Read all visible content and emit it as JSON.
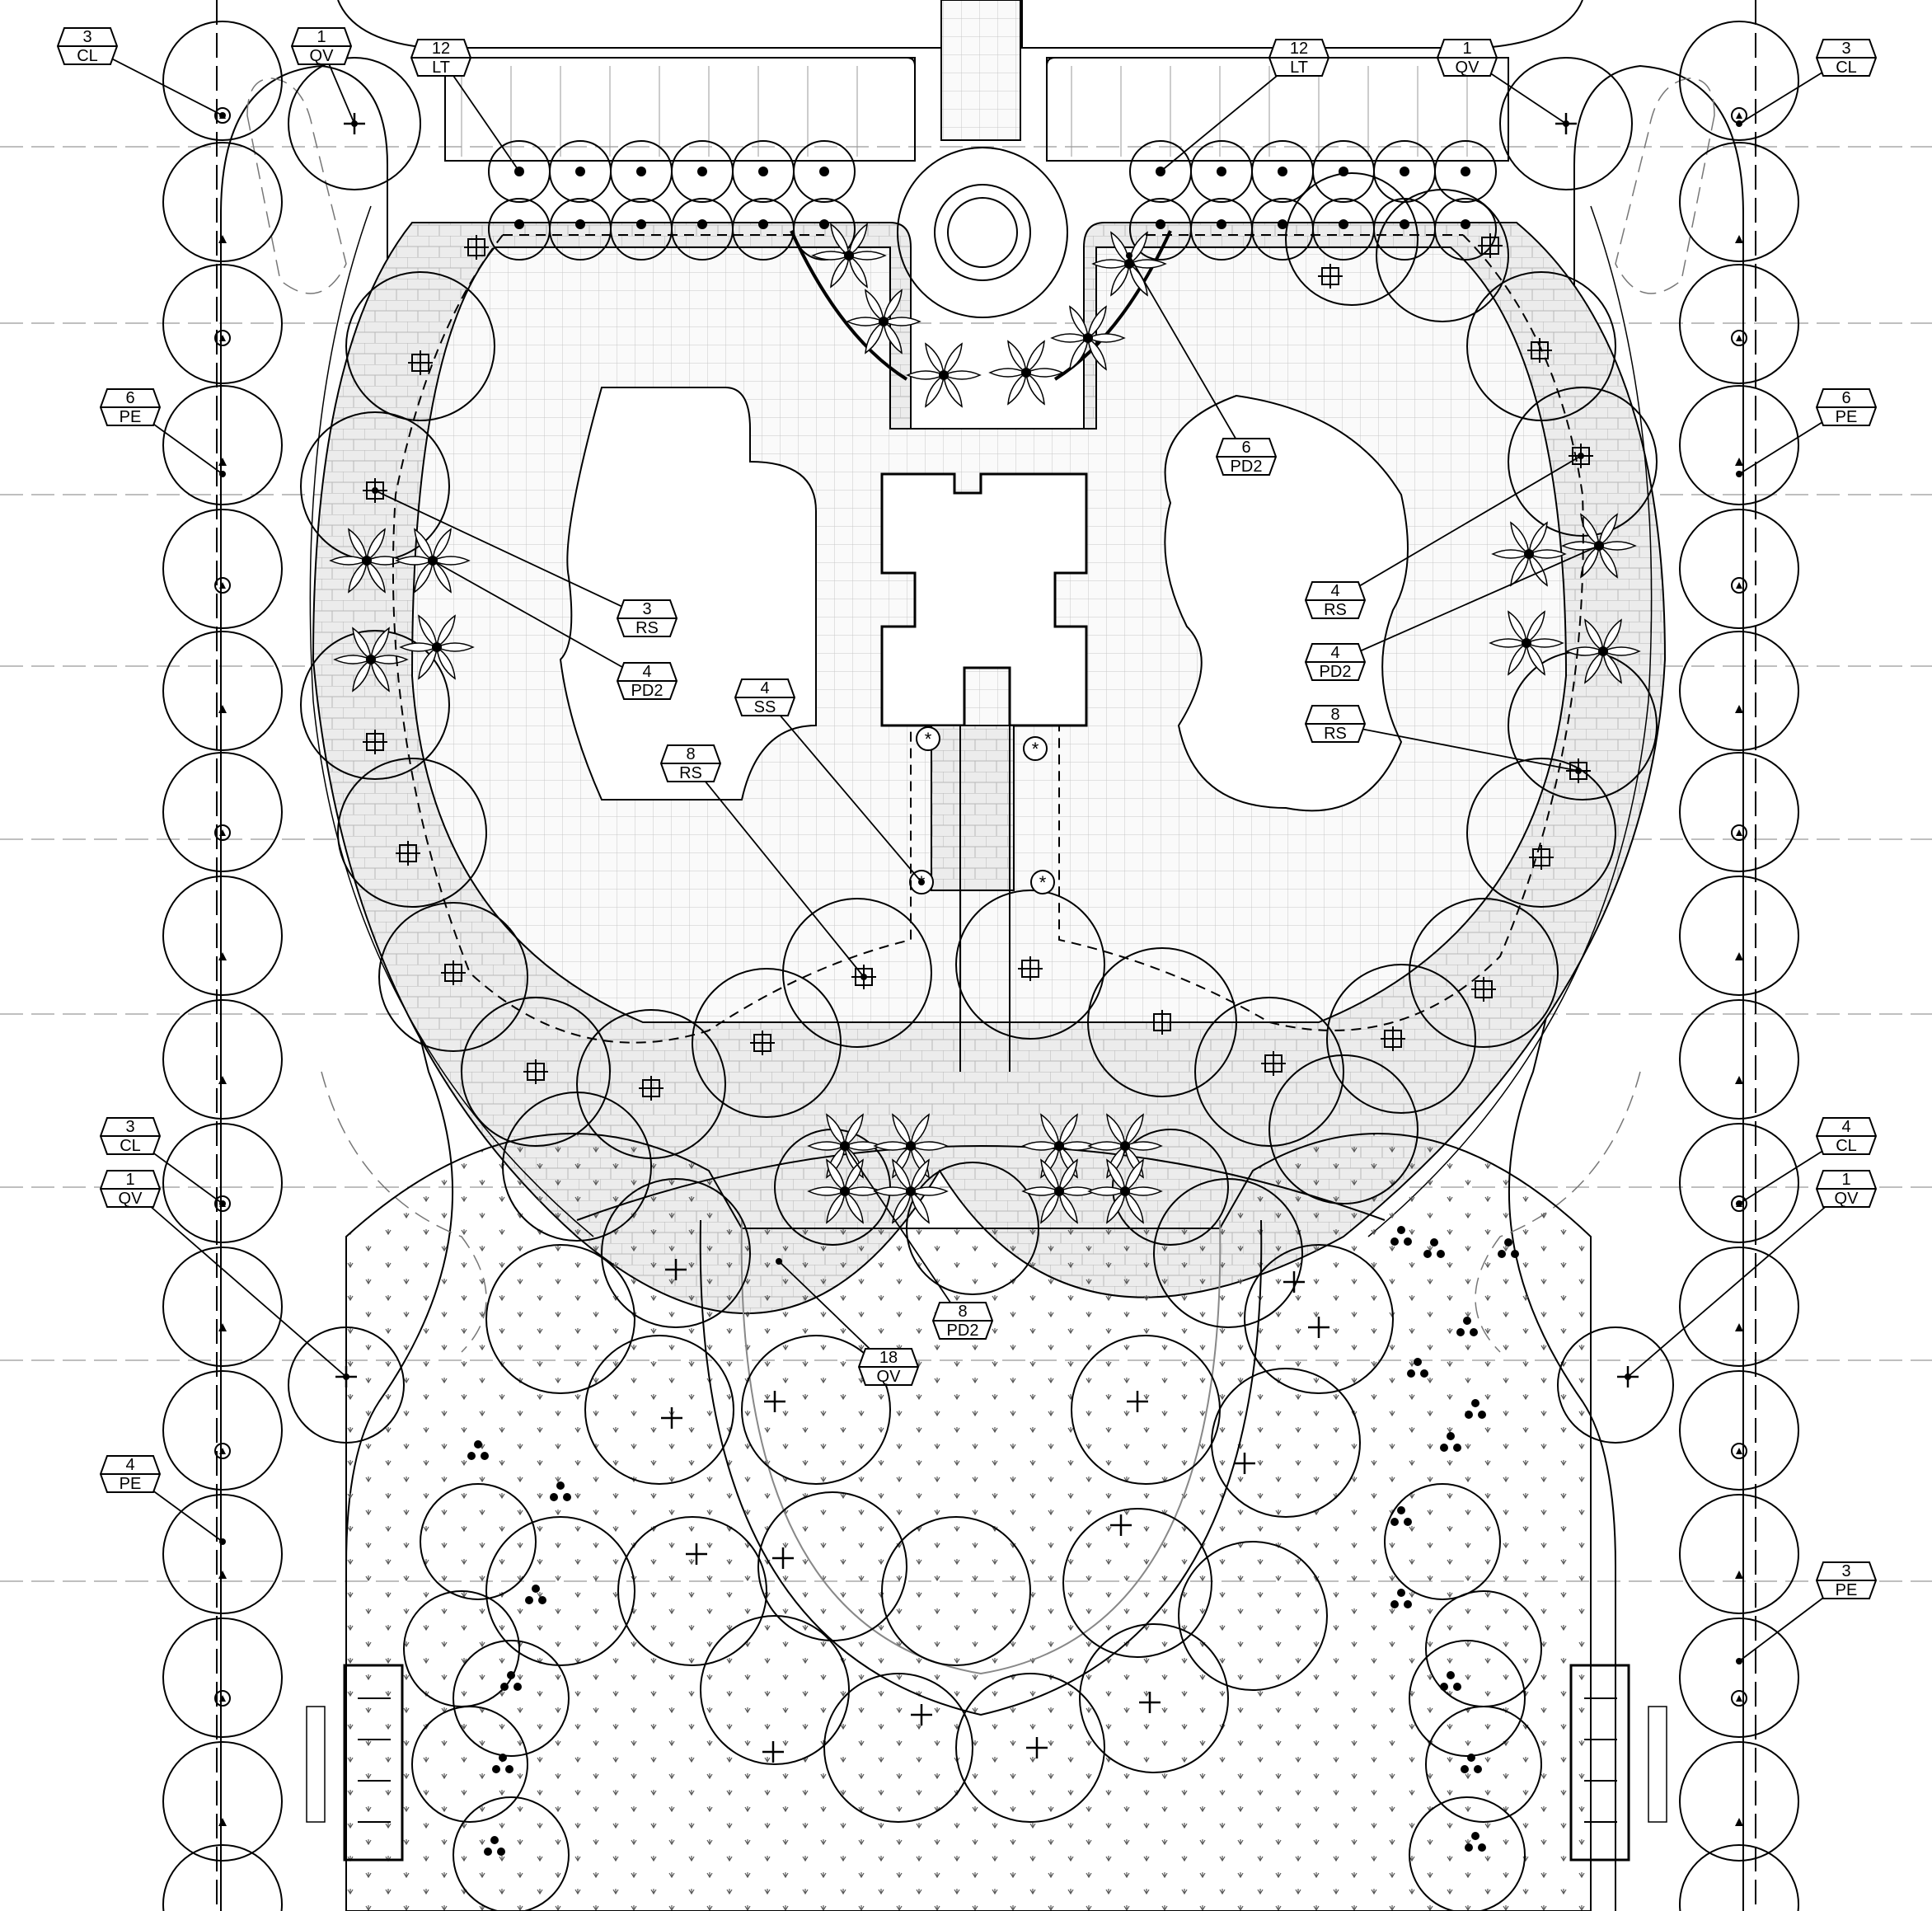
{
  "drawing": {
    "top_banner": "",
    "colors": {
      "line": "#000000",
      "paving_fill": "#e6e6e6",
      "gravel_fill": "#f4f4f4",
      "paper": "#ffffff"
    }
  },
  "tags": [
    {
      "id": "cl-top-left",
      "qty": "3",
      "code": "CL"
    },
    {
      "id": "qv-top-left",
      "qty": "1",
      "code": "QV"
    },
    {
      "id": "lt-top-left",
      "qty": "12",
      "code": "LT"
    },
    {
      "id": "lt-top-right",
      "qty": "12",
      "code": "LT"
    },
    {
      "id": "qv-top-right",
      "qty": "1",
      "code": "QV"
    },
    {
      "id": "cl-top-right",
      "qty": "3",
      "code": "CL"
    },
    {
      "id": "pe-left-6",
      "qty": "6",
      "code": "PE"
    },
    {
      "id": "pe-right-6",
      "qty": "6",
      "code": "PE"
    },
    {
      "id": "pd2-upper-right",
      "qty": "6",
      "code": "PD2"
    },
    {
      "id": "rs-left-3",
      "qty": "3",
      "code": "RS"
    },
    {
      "id": "pd2-left-4",
      "qty": "4",
      "code": "PD2"
    },
    {
      "id": "ss-center",
      "qty": "4",
      "code": "SS"
    },
    {
      "id": "rs-left-8",
      "qty": "8",
      "code": "RS"
    },
    {
      "id": "rs-right-4",
      "qty": "4",
      "code": "RS"
    },
    {
      "id": "pd2-right-4",
      "qty": "4",
      "code": "PD2"
    },
    {
      "id": "rs-right-8",
      "qty": "8",
      "code": "RS"
    },
    {
      "id": "cl-left-3",
      "qty": "3",
      "code": "CL"
    },
    {
      "id": "qv-left-1",
      "qty": "1",
      "code": "QV"
    },
    {
      "id": "cl-right-4",
      "qty": "4",
      "code": "CL"
    },
    {
      "id": "qv-right-1",
      "qty": "1",
      "code": "QV"
    },
    {
      "id": "pd2-center-8",
      "qty": "8",
      "code": "PD2"
    },
    {
      "id": "qv-center-18",
      "qty": "18",
      "code": "QV"
    },
    {
      "id": "pe-left-4",
      "qty": "4",
      "code": "PE"
    },
    {
      "id": "pe-right-3",
      "qty": "3",
      "code": "PE"
    }
  ],
  "plant_legend": {
    "CL": "triangle-in-circle-symbol",
    "QV": "cross-symbol",
    "LT": "dot-symbol",
    "PE": "small-triangle-symbol",
    "PD2": "palm-symbol",
    "RS": "square-cross-symbol",
    "SS": "asterisk-symbol"
  }
}
